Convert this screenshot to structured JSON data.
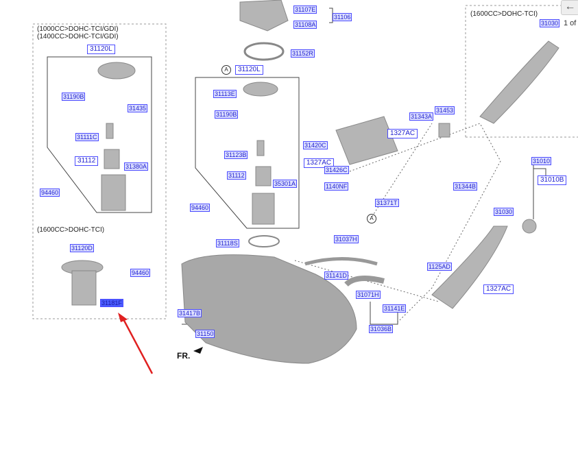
{
  "left_panel": {
    "caption_1": "(1000CC>DOHC-TCI/GDI)",
    "caption_2": "(1400CC>DOHC-TCI/GDI)",
    "labels": [
      "31120L",
      "31190B",
      "31435",
      "31111C",
      "31112",
      "31380A",
      "94460"
    ],
    "caption_3": "(1600CC>DOHC-TCI)",
    "labels_b": [
      "31120D",
      "94460",
      "31181F"
    ]
  },
  "center": {
    "labels": [
      "31107E",
      "31106",
      "31108A",
      "31152R",
      "31120L",
      "31113E",
      "31190B",
      "31123B",
      "31112",
      "35301A",
      "94460",
      "31118S",
      "31417B",
      "31150"
    ],
    "callout_a": "A",
    "front_marker": "FR."
  },
  "right": {
    "labels": [
      "31420C",
      "1327AC",
      "31426C",
      "1140NF",
      "31371T",
      "31343A",
      "31453",
      "1327AC",
      "31344B",
      "31010",
      "31010B",
      "31030",
      "31037H",
      "31141D",
      "31071H",
      "31141E",
      "31036B",
      "1125AD",
      "1327AC"
    ],
    "callout_a": "A"
  },
  "inset": {
    "caption": "(1600CC>DOHC-TCI)",
    "label": "31030"
  },
  "nav": {
    "back_icon": "←",
    "page_indicator": "1 of"
  },
  "colors": {
    "label_blue": "#4a4aff",
    "highlight": "#4a5cff",
    "arrow": "#e02020"
  }
}
